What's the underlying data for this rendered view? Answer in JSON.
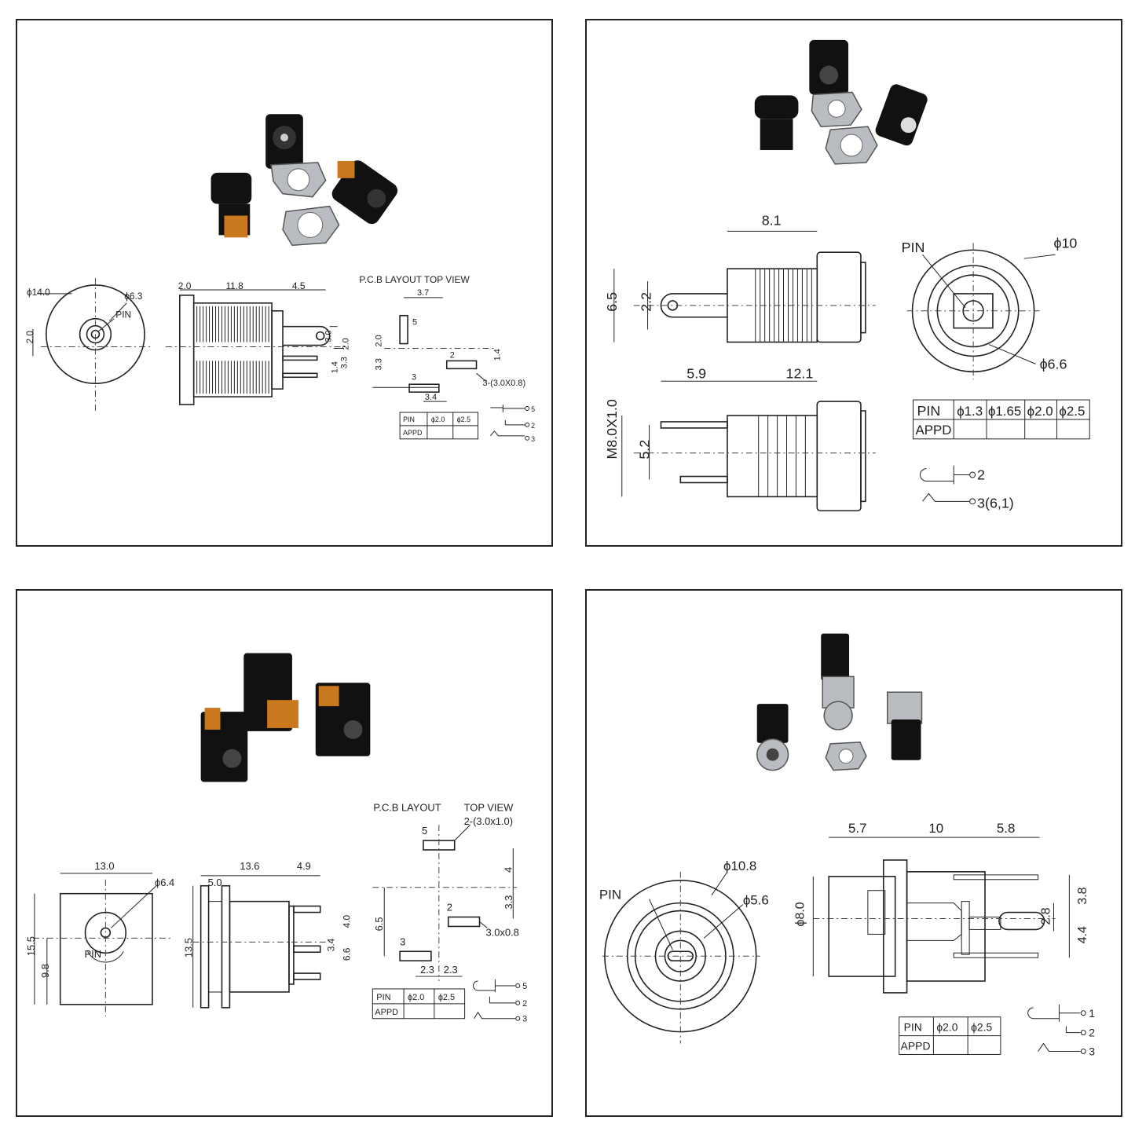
{
  "panels": [
    {
      "id": "tl",
      "dims": {
        "d_outer": "ϕ14.0",
        "d_pin": "ϕ6.3",
        "pin": "PIN",
        "h_offset": "2.0",
        "w_flange": "2.0",
        "w_body": "11.8",
        "w_term": "4.5",
        "v30": "3.0",
        "v20": "2.0",
        "v33": "3.3",
        "v14": "1.4"
      },
      "pcb": {
        "title": "P.C.B LAYOUT TOP VIEW",
        "d37": "3.7",
        "d34": "3.4",
        "d20": "2.0",
        "d33": "3.3",
        "d14": "1.4",
        "slot": "3-(3.0X0.8)",
        "p5": "5",
        "p2": "2",
        "p3": "3"
      },
      "table": {
        "headers": [
          "PIN",
          "ϕ2.0",
          "ϕ2.5"
        ],
        "row": "APPD"
      },
      "schematic": [
        "5",
        "2",
        "3"
      ]
    },
    {
      "id": "tr",
      "dims": {
        "w_body": "8.1",
        "h_flange": "6.5",
        "h_tab": "2.2",
        "w_tab": "5.9",
        "w_total": "12.1",
        "pin": "PIN",
        "d_outer": "ϕ10",
        "d_inner": "ϕ6.6",
        "thread": "M8.0X1.0",
        "pin_gap": "5.2"
      },
      "table": {
        "headers": [
          "PIN",
          "ϕ1.3",
          "ϕ1.65",
          "ϕ2.0",
          "ϕ2.5"
        ],
        "row": "APPD"
      },
      "schematic": [
        "2",
        "3(6,1)"
      ]
    },
    {
      "id": "bl",
      "dims": {
        "w_front": "13.0",
        "d_pin": "ϕ6.4",
        "h_total": "15.5",
        "h_center": "9.8",
        "pin": "PIN",
        "w_body": "13.6",
        "w_flange": "5.0",
        "w_term": "4.9",
        "h_side": "13.5",
        "v40": "4.0",
        "v34": "3.4",
        "v66": "6.6"
      },
      "pcb": {
        "title": "P.C.B LAYOUT",
        "subtitle": "TOP VIEW",
        "slot2": "2-(3.0x1.0)",
        "d4": "4",
        "d33": "3.3",
        "d65": "6.5",
        "d23a": "2.3",
        "d23b": "2.3",
        "slot1": "3.0x0.8",
        "p5": "5",
        "p2": "2",
        "p3": "3"
      },
      "table": {
        "headers": [
          "PIN",
          "ϕ2.0",
          "ϕ2.5"
        ],
        "row": "APPD"
      },
      "schematic": [
        "5",
        "2",
        "3"
      ]
    },
    {
      "id": "br",
      "dims": {
        "d_outer": "ϕ10.8",
        "d_inner": "ϕ5.6",
        "pin": "PIN",
        "w_front": "5.7",
        "w_mid": "10",
        "w_term": "5.8",
        "h_body": "ϕ8.0",
        "v38": "3.8",
        "v28": "2.8",
        "v44": "4.4"
      },
      "table": {
        "headers": [
          "PIN",
          "ϕ2.0",
          "ϕ2.5"
        ],
        "row": "APPD"
      },
      "schematic": [
        "1",
        "2",
        "3"
      ]
    }
  ]
}
